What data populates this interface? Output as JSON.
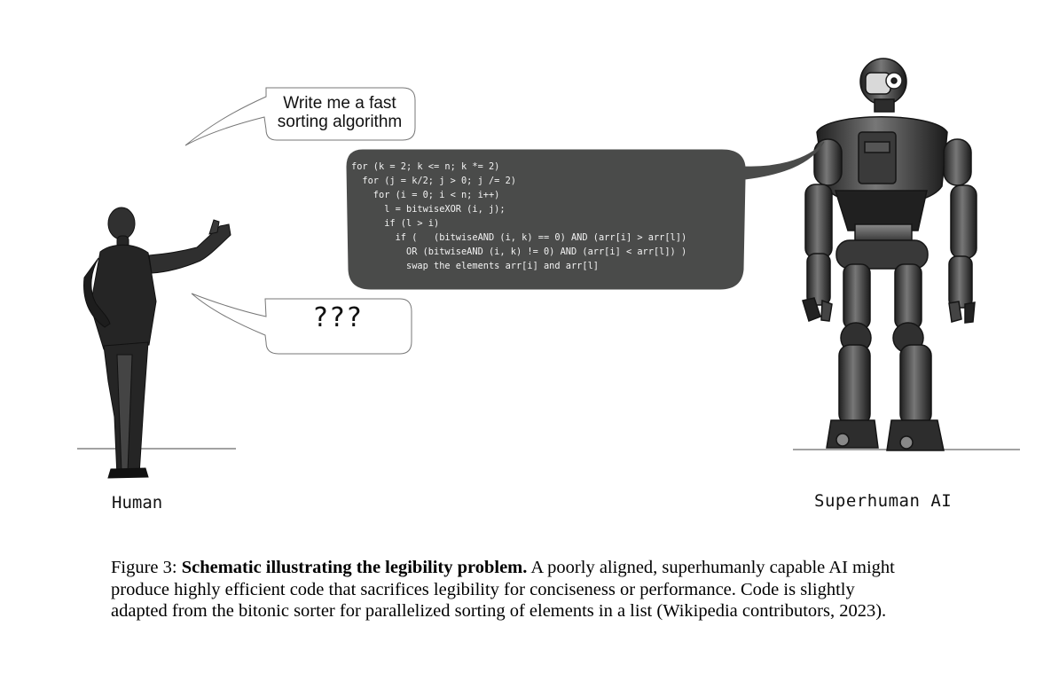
{
  "figure": {
    "human_request": "Write me a fast sorting algorithm",
    "human_request_lines": [
      "Write me a fast",
      "sorting algorithm"
    ],
    "human_response": "???",
    "code_lines": [
      "for (k = 2; k <= n; k *= 2)",
      "  for (j = k/2; j > 0; j /= 2)",
      "    for (i = 0; i < n; i++)",
      "      l = bitwiseXOR (i, j);",
      "      if (l > i)",
      "        if (   (bitwiseAND (i, k) == 0) AND (arr[i] > arr[l])",
      "          OR (bitwiseAND (i, k) != 0) AND (arr[i] < arr[l]) )",
      "          swap the elements arr[i] and arr[l]"
    ],
    "human_label": "Human",
    "ai_label": "Superhuman AI"
  },
  "caption": {
    "prefix": "Figure 3: ",
    "title": "Schematic illustrating the legibility problem.",
    "body": " A poorly aligned, superhumanly capable AI might produce highly efficient code that sacrifices legibility for conciseness or performance. Code is slightly adapted from the bitonic sorter for parallelized sorting of elements in a list (Wikipedia contributors, 2023)."
  },
  "colors": {
    "code_bubble": "#4a4b4a",
    "code_text": "#f2f2f2",
    "figure_ink": "#1c1c1c"
  }
}
